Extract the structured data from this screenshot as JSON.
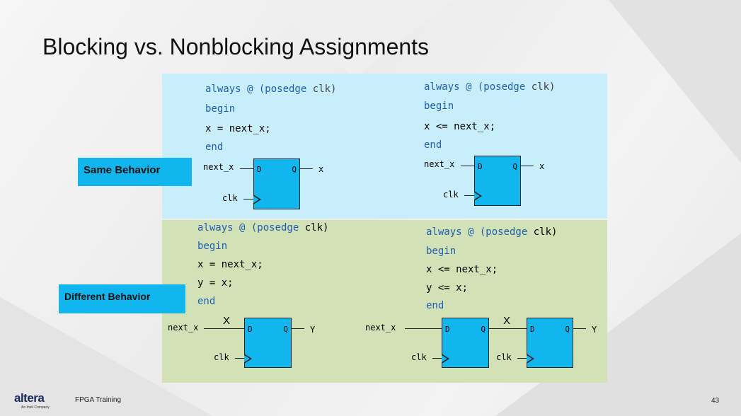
{
  "slide": {
    "title": "Blocking vs. Nonblocking Assignments",
    "footer_brand": "altera",
    "footer_brand_sub": "An Intel Company",
    "footer_text": "FPGA Training",
    "page_number": "43"
  },
  "labels": {
    "same": "Same Behavior",
    "different": "Different Behavior"
  },
  "top_left": {
    "kw_always": "always @ (posedge",
    "kw_clk": " clk)",
    "begin": "begin",
    "stmt1": "x = next_x;",
    "end": "end",
    "ff_in": "next_x",
    "ff_out": "x",
    "ff_clk": "clk",
    "pin_d": "D",
    "pin_q": "Q"
  },
  "top_right": {
    "kw_always": "always @ (posedge",
    "kw_clk": " clk)",
    "begin": "begin",
    "stmt1": "x <= next_x;",
    "end": "end",
    "ff_in": "next_x",
    "ff_out": "x",
    "ff_clk": "clk",
    "pin_d": "D",
    "pin_q": "Q"
  },
  "bottom_left": {
    "kw_always": "always @ (posedge",
    "kw_clk": " clk)",
    "begin": "begin",
    "stmt1": "x = next_x;",
    "stmt2": "y = x;",
    "end": "end",
    "ff_in": "next_x",
    "x_mark": "X",
    "ff_out": "Y",
    "ff_clk": "clk",
    "pin_d": "D",
    "pin_q": "Q"
  },
  "bottom_right": {
    "kw_always": "always @ (posedge",
    "kw_clk": " clk)",
    "begin": "begin",
    "stmt1": "x <= next_x;",
    "stmt2": "y <= x;",
    "end": "end",
    "ff_in": "next_x",
    "x_mark": "X",
    "ff_out": "Y",
    "ff1_clk": "clk",
    "ff2_clk": "clk",
    "pin_d": "D",
    "pin_q": "Q"
  },
  "colors": {
    "panel_top": "#c8eefb",
    "panel_bottom": "#d3e1b6",
    "flipflop": "#12b6ef",
    "keyword": "#1f5fb3",
    "label_bg": "#12b6ef"
  }
}
